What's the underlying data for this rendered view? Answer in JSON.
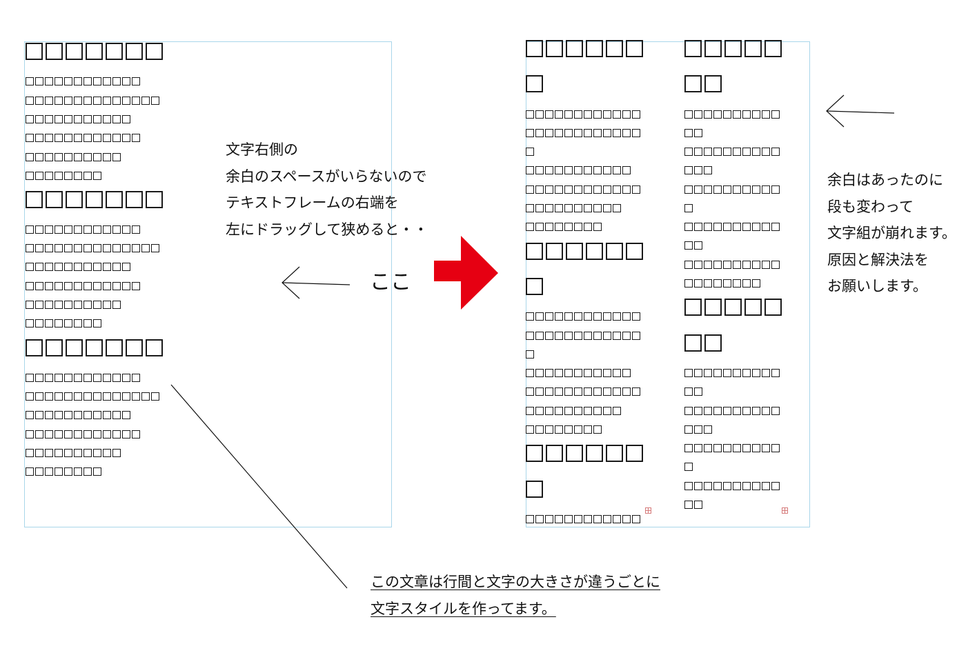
{
  "colors": {
    "frame_border": "#a9d6ea",
    "arrow_red": "#e60012",
    "overflow_marker": "#d57a7a"
  },
  "left_frame": {
    "lines": [
      {
        "kind": "heading",
        "text": "□□□□□□□"
      },
      {
        "kind": "body",
        "text": "□□□□□□□□□□□□"
      },
      {
        "kind": "body",
        "text": "□□□□□□□□□□□□□□"
      },
      {
        "kind": "body",
        "text": "□□□□□□□□□□□"
      },
      {
        "kind": "body",
        "text": "□□□□□□□□□□□□"
      },
      {
        "kind": "body",
        "text": "□□□□□□□□□□"
      },
      {
        "kind": "body",
        "text": "□□□□□□□□"
      },
      {
        "kind": "heading",
        "text": "□□□□□□□"
      },
      {
        "kind": "body",
        "text": "□□□□□□□□□□□□"
      },
      {
        "kind": "body",
        "text": "□□□□□□□□□□□□□□"
      },
      {
        "kind": "body",
        "text": "□□□□□□□□□□□"
      },
      {
        "kind": "body",
        "text": "□□□□□□□□□□□□"
      },
      {
        "kind": "body",
        "text": "□□□□□□□□□□"
      },
      {
        "kind": "body",
        "text": "□□□□□□□□"
      },
      {
        "kind": "heading",
        "text": "□□□□□□□"
      },
      {
        "kind": "body",
        "text": "□□□□□□□□□□□□"
      },
      {
        "kind": "body",
        "text": "□□□□□□□□□□□□□□"
      },
      {
        "kind": "body",
        "text": "□□□□□□□□□□□"
      },
      {
        "kind": "body",
        "text": "□□□□□□□□□□□□"
      },
      {
        "kind": "body",
        "text": "□□□□□□□□□□"
      },
      {
        "kind": "body",
        "text": "□□□□□□□□"
      }
    ]
  },
  "right_frame": {
    "column1": [
      {
        "kind": "heading",
        "text": "□□□□□□"
      },
      {
        "kind": "heading",
        "text": "□"
      },
      {
        "kind": "body",
        "text": "□□□□□□□□□□□□"
      },
      {
        "kind": "body",
        "text": "□□□□□□□□□□□□"
      },
      {
        "kind": "body",
        "text": "□"
      },
      {
        "kind": "body",
        "text": "□□□□□□□□□□□"
      },
      {
        "kind": "body",
        "text": "□□□□□□□□□□□□"
      },
      {
        "kind": "body",
        "text": "□□□□□□□□□□"
      },
      {
        "kind": "body",
        "text": "□□□□□□□□"
      },
      {
        "kind": "heading",
        "text": "□□□□□□"
      },
      {
        "kind": "heading",
        "text": "□"
      },
      {
        "kind": "body",
        "text": "□□□□□□□□□□□□"
      },
      {
        "kind": "body",
        "text": "□□□□□□□□□□□□"
      },
      {
        "kind": "body",
        "text": "□"
      },
      {
        "kind": "body",
        "text": "□□□□□□□□□□□"
      },
      {
        "kind": "body",
        "text": "□□□□□□□□□□□□"
      },
      {
        "kind": "body",
        "text": "□□□□□□□□□□"
      },
      {
        "kind": "body",
        "text": "□□□□□□□□"
      },
      {
        "kind": "heading",
        "text": "□□□□□□"
      },
      {
        "kind": "heading",
        "text": "□"
      },
      {
        "kind": "body",
        "text": "□□□□□□□□□□□□"
      }
    ],
    "column2": [
      {
        "kind": "heading",
        "text": "□□□□□"
      },
      {
        "kind": "heading",
        "text": "□□"
      },
      {
        "kind": "body",
        "text": "□□□□□□□□□□"
      },
      {
        "kind": "body",
        "text": "□□"
      },
      {
        "kind": "body",
        "text": "□□□□□□□□□□"
      },
      {
        "kind": "body",
        "text": "□□□"
      },
      {
        "kind": "body",
        "text": "□□□□□□□□□□"
      },
      {
        "kind": "body",
        "text": "□"
      },
      {
        "kind": "body",
        "text": "□□□□□□□□□□"
      },
      {
        "kind": "body",
        "text": "□□"
      },
      {
        "kind": "body",
        "text": "□□□□□□□□□□"
      },
      {
        "kind": "body",
        "text": "□□□□□□□□"
      },
      {
        "kind": "heading",
        "text": "□□□□□"
      },
      {
        "kind": "heading",
        "text": "□□"
      },
      {
        "kind": "body",
        "text": "□□□□□□□□□□"
      },
      {
        "kind": "body",
        "text": "□□"
      },
      {
        "kind": "body",
        "text": "□□□□□□□□□□"
      },
      {
        "kind": "body",
        "text": "□□□"
      },
      {
        "kind": "body",
        "text": "□□□□□□□□□□"
      },
      {
        "kind": "body",
        "text": "□"
      },
      {
        "kind": "body",
        "text": "□□□□□□□□□□"
      },
      {
        "kind": "body",
        "text": "□□"
      }
    ]
  },
  "annotations": {
    "drag_note": [
      "文字右側の",
      "余白のスペースがいらないので",
      "テキストフレームの右端を",
      "左にドラッグして狭めると・・"
    ],
    "here_label": "ここ",
    "result_note": [
      "余白はあったのに",
      "段も変わって",
      "文字組が崩れます。",
      "原因と解決法を",
      "お願いします。"
    ],
    "style_note": [
      "この文章は行間と文字の大きさが違うごとに",
      "文字スタイルを作ってます。"
    ]
  }
}
